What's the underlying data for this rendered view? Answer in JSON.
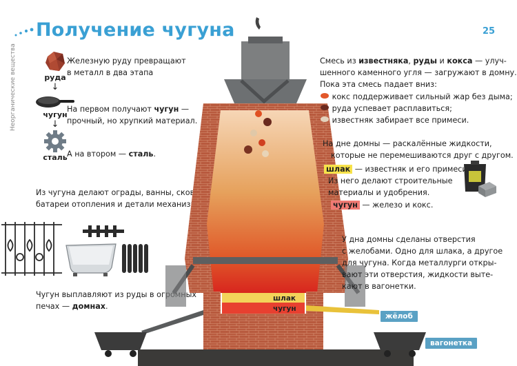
{
  "header": {
    "title": "Получение чугуна",
    "page_number": "25",
    "side_label": "Неорганические вещества"
  },
  "left": {
    "intro": [
      "Железную руду превращают",
      "в металл в два этапа"
    ],
    "steps": [
      {
        "label": "руда",
        "icon": "ore-icon"
      },
      {
        "label": "чугун",
        "icon": "frying-pan-icon"
      },
      {
        "label": "сталь",
        "icon": "gear-icon"
      }
    ],
    "arrow": "↓",
    "iron_text": {
      "pre": "На первом получают ",
      "bold": "чугун",
      "post": " —",
      "line2": "прочный, но хрупкий материал."
    },
    "steel_text": {
      "pre": "А на втором — ",
      "bold": "сталь",
      "post": "."
    },
    "uses": [
      "Из чугуна делают ограды, ванны, сковородки,",
      "батареи отопления и детали механизмов."
    ],
    "furnace_text": {
      "line1": "Чугун выплавляют из руды в огромных",
      "pre": "печах — ",
      "bold": "домнах",
      "post": "."
    }
  },
  "right": {
    "mix": {
      "p1": "Смесь из ",
      "b1": "известняка",
      "p2": ", ",
      "b2": "руды",
      "p3": " и ",
      "b3": "кокса",
      "p4": " — улуч-",
      "line2": "шенного каменного угля — загружают в домну.",
      "line3": "Пока эта смесь падает вниз:"
    },
    "bullets": [
      {
        "icon": "coke-icon",
        "text": "кокс поддерживает сильный жар без дыма;"
      },
      {
        "icon": "ore-piece-icon",
        "text": "руда успевает расплавиться;"
      },
      {
        "icon": "limestone-icon",
        "text": "известняк забирает все примеси."
      }
    ],
    "bottom": [
      "На дне домны — раскалённые жидкости,",
      "которые не перемешиваются друг с другом."
    ],
    "slag": {
      "tag": "шлак",
      "l1": " — известняк и его примеси.",
      "l2": "Из него делают строительные",
      "l3": "материалы и удобрения."
    },
    "iron": {
      "tag": "чугун",
      "text": " — железо и кокс."
    },
    "holes": [
      "У дна домны сделаны отверстия",
      "с желобами. Одно для шлака, а другое",
      "для чугуна. Когда металлурги откры-",
      "вают эти отверстия, жидкости выте-",
      "кают в вагонетки."
    ]
  },
  "furnace": {
    "slag_label": "шлак",
    "iron_label": "чугун"
  },
  "tags": {
    "trough": "жёлоб",
    "cart": "вагонетка"
  },
  "colors": {
    "accent": "#3aa0d4",
    "slag": "#f7e24a",
    "iron": "#f07a73",
    "tag": "#5aa1c4",
    "brick": "#b5563b"
  }
}
